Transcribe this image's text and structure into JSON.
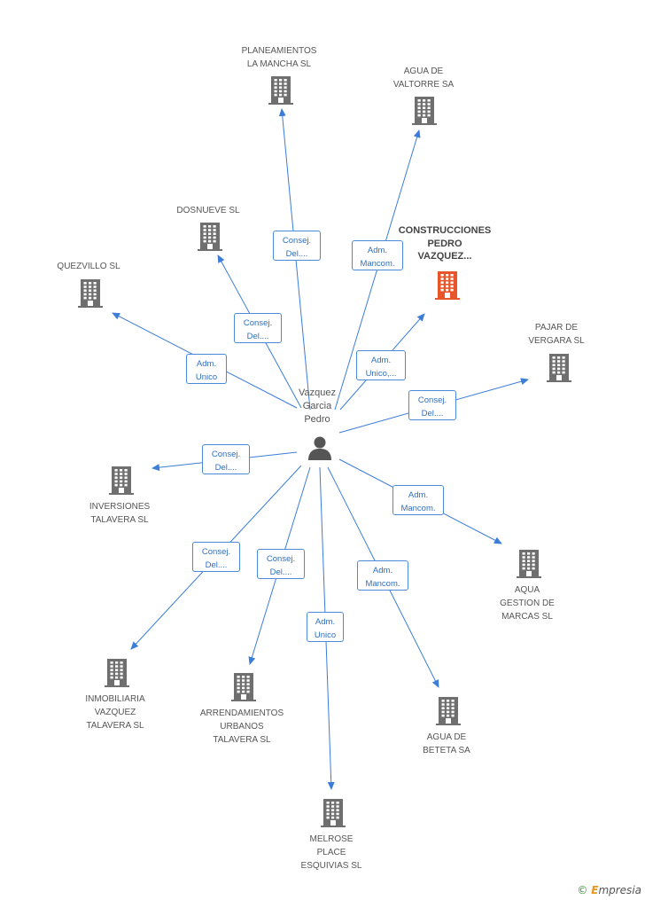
{
  "center": {
    "name": "Vazquez\nGarcia\nPedro",
    "icon": "person-icon"
  },
  "companies": [
    {
      "id": "planeamientos",
      "name": "PLANEAMIENTOS\nLA MANCHA SL",
      "role": "Consej.\nDel....",
      "icon": "building-icon"
    },
    {
      "id": "agua-valtorre",
      "name": "AGUA DE\nVALTORRE SA",
      "role": "Adm.\nMancom.",
      "icon": "building-icon"
    },
    {
      "id": "dosnueve",
      "name": "DOSNUEVE SL",
      "role": "Consej.\nDel....",
      "icon": "building-icon"
    },
    {
      "id": "construcciones-pedro",
      "name": "CONSTRUCCIONES\nPEDRO\nVAZQUEZ...",
      "role": "Adm.\nUnico,...",
      "icon": "building-icon",
      "highlight": true
    },
    {
      "id": "quezvillo",
      "name": "QUEZVILLO SL",
      "role": "Adm.\nUnico",
      "icon": "building-icon"
    },
    {
      "id": "pajar-vergara",
      "name": "PAJAR DE\nVERGARA SL",
      "role": "Consej.\nDel....",
      "icon": "building-icon"
    },
    {
      "id": "inversiones-talavera",
      "name": "INVERSIONES\nTALAVERA SL",
      "role": "Consej.\nDel....",
      "icon": "building-icon"
    },
    {
      "id": "aqua-gestion",
      "name": "AQUA\nGESTION DE\nMARCAS SL",
      "role": "Adm.\nMancom.",
      "icon": "building-icon"
    },
    {
      "id": "inmobiliaria-vazquez",
      "name": "INMOBILIARIA\nVAZQUEZ\nTALAVERA SL",
      "role": "Consej.\nDel....",
      "icon": "building-icon"
    },
    {
      "id": "arrendamientos",
      "name": "ARRENDAMIENTOS\nURBANOS\nTALAVERA SL",
      "role": "Consej.\nDel....",
      "icon": "building-icon"
    },
    {
      "id": "agua-beteta",
      "name": "AGUA DE\nBETETA SA",
      "role": "Adm.\nMancom.",
      "icon": "building-icon"
    },
    {
      "id": "melrose",
      "name": "MELROSE\nPLACE\nESQUIVIAS SL",
      "role": "Adm.\nUnico",
      "icon": "building-icon"
    }
  ],
  "colors": {
    "edge": "#3b7dd8",
    "building": "#6f6f6f",
    "building_highlight": "#e8552a",
    "person": "#555555"
  },
  "footer": {
    "copyright": "©",
    "brand_first": "E",
    "brand_rest": "mpresia"
  }
}
